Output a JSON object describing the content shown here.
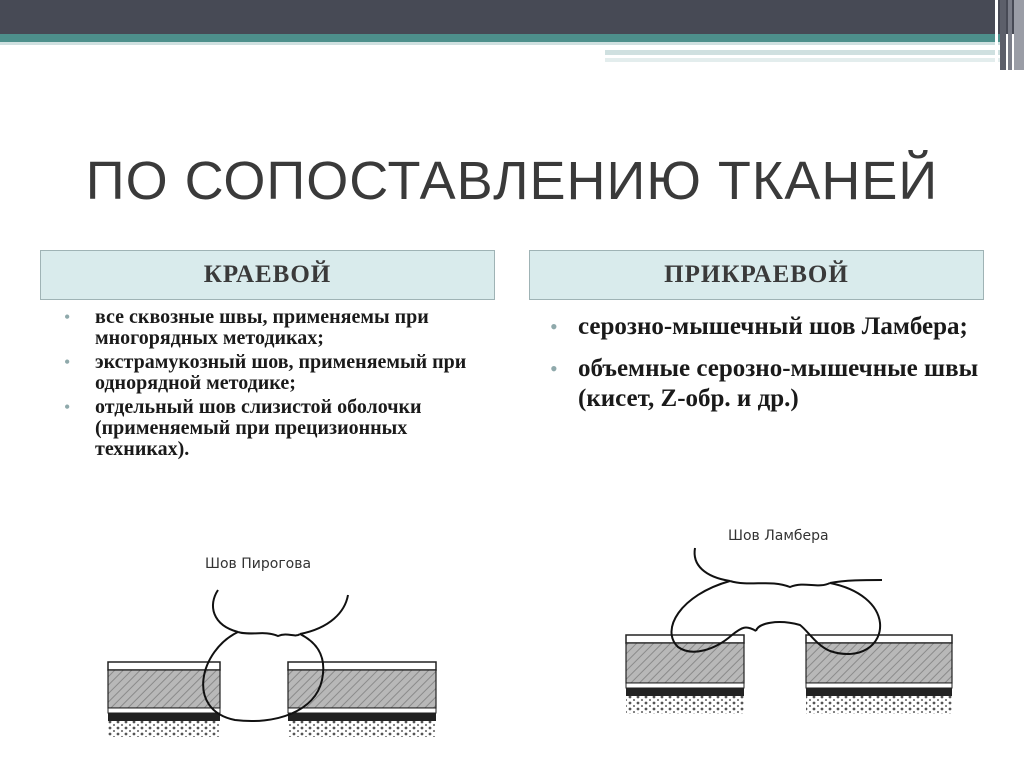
{
  "slide": {
    "title": "ПО СОПОСТАВЛЕНИЮ ТКАНЕЙ"
  },
  "columns": {
    "left": {
      "header": "КРАЕВОЙ",
      "items": [
        "все сквозные швы, применяемы при многорядных методиках;",
        "экстрамукозный шов, применяемый при однорядной методике;",
        "отдельный шов слизистой оболочки (применяемый при прецизионных техниках)."
      ],
      "figure_label": "Шов Пирогова"
    },
    "right": {
      "header": "ПРИКРАЕВОЙ",
      "items": [
        "серозно-мышечный шов Ламбера;",
        "объемные серозно-мышечные швы (кисет, Z-обр. и др.)"
      ],
      "figure_label": "Шов Ламбера"
    }
  },
  "bullet_glyph": "•",
  "colors": {
    "header_bg": "#d9ebec",
    "header_border": "#9fb3b5",
    "accent_teal": "#4d8f8b",
    "dark_bar": "#474a55",
    "bullet": "#8fa9ab"
  }
}
